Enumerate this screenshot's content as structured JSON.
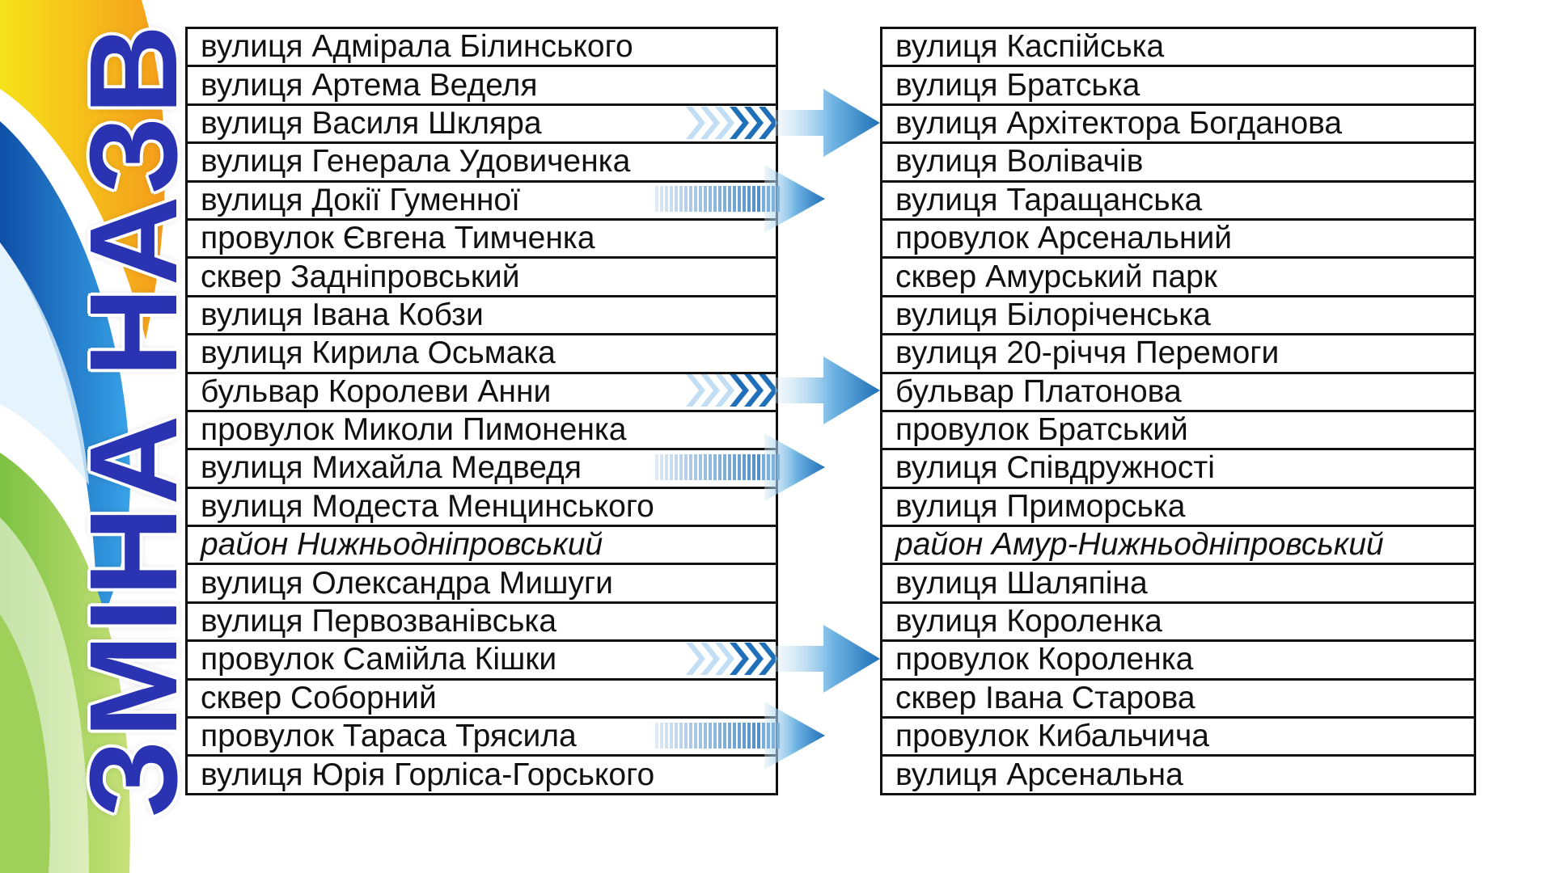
{
  "title": "ЗМІНА НАЗВ",
  "colors": {
    "title": "#2a34b3",
    "arrow_dark": "#1f70b8",
    "arrow_light": "#d9ecf8",
    "table_border": "#111111"
  },
  "old_names": [
    {
      "text": "вулиця Адмірала Білинського"
    },
    {
      "text": "вулиця Артема Веделя"
    },
    {
      "text": "вулиця Василя Шкляра"
    },
    {
      "text": "вулиця Генерала Удовиченка"
    },
    {
      "text": "вулиця Докії Гуменної"
    },
    {
      "text": "провулок Євгена Тимченка"
    },
    {
      "text": "сквер Задніпровський"
    },
    {
      "text": "вулиця Івана Кобзи"
    },
    {
      "text": "вулиця Кирила Осьмака"
    },
    {
      "text": "бульвар Королеви Анни"
    },
    {
      "text": "провулок Миколи Пимоненка"
    },
    {
      "text": "вулиця Михайла Медведя"
    },
    {
      "text": "вулиця Модеста Менцинського"
    },
    {
      "text": "район Нижньодніпровський",
      "italic": true
    },
    {
      "text": "вулиця Олександра Мишуги"
    },
    {
      "text": "вулиця Первозванівська"
    },
    {
      "text": "провулок Самійла Кішки"
    },
    {
      "text": "сквер Соборний"
    },
    {
      "text": "провулок Тараса Трясила"
    },
    {
      "text": "вулиця Юрія Горліса-Горського"
    }
  ],
  "new_names": [
    {
      "text": "вулиця Каспійська"
    },
    {
      "text": "вулиця Братська"
    },
    {
      "text": "вулиця Архітектора Богданова"
    },
    {
      "text": "вулиця Волівачів"
    },
    {
      "text": "вулиця Таращанська"
    },
    {
      "text": "провулок Арсенальний"
    },
    {
      "text": "сквер Амурський парк"
    },
    {
      "text": "вулиця Білоріченська"
    },
    {
      "text": "вулиця 20-річчя Перемоги"
    },
    {
      "text": "бульвар Платонова"
    },
    {
      "text": "провулок Братський"
    },
    {
      "text": "вулиця Співдружності"
    },
    {
      "text": "вулиця Приморська"
    },
    {
      "text": "район Амур-Нижньодніпровський",
      "italic": true
    },
    {
      "text": "вулиця Шаляпіна"
    },
    {
      "text": "вулиця Короленка"
    },
    {
      "text": "провулок Короленка"
    },
    {
      "text": "сквер Івана Старова"
    },
    {
      "text": "провулок Кибальчича"
    },
    {
      "text": "вулиця Арсенальна"
    }
  ],
  "arrows": [
    {
      "row": 2,
      "style": "chevron-arrow-icon"
    },
    {
      "row": 4,
      "style": "striped-arrow-icon"
    },
    {
      "row": 9,
      "style": "chevron-arrow-icon"
    },
    {
      "row": 11,
      "style": "striped-arrow-icon"
    },
    {
      "row": 16,
      "style": "chevron-arrow-icon"
    },
    {
      "row": 18,
      "style": "striped-arrow-icon"
    }
  ]
}
